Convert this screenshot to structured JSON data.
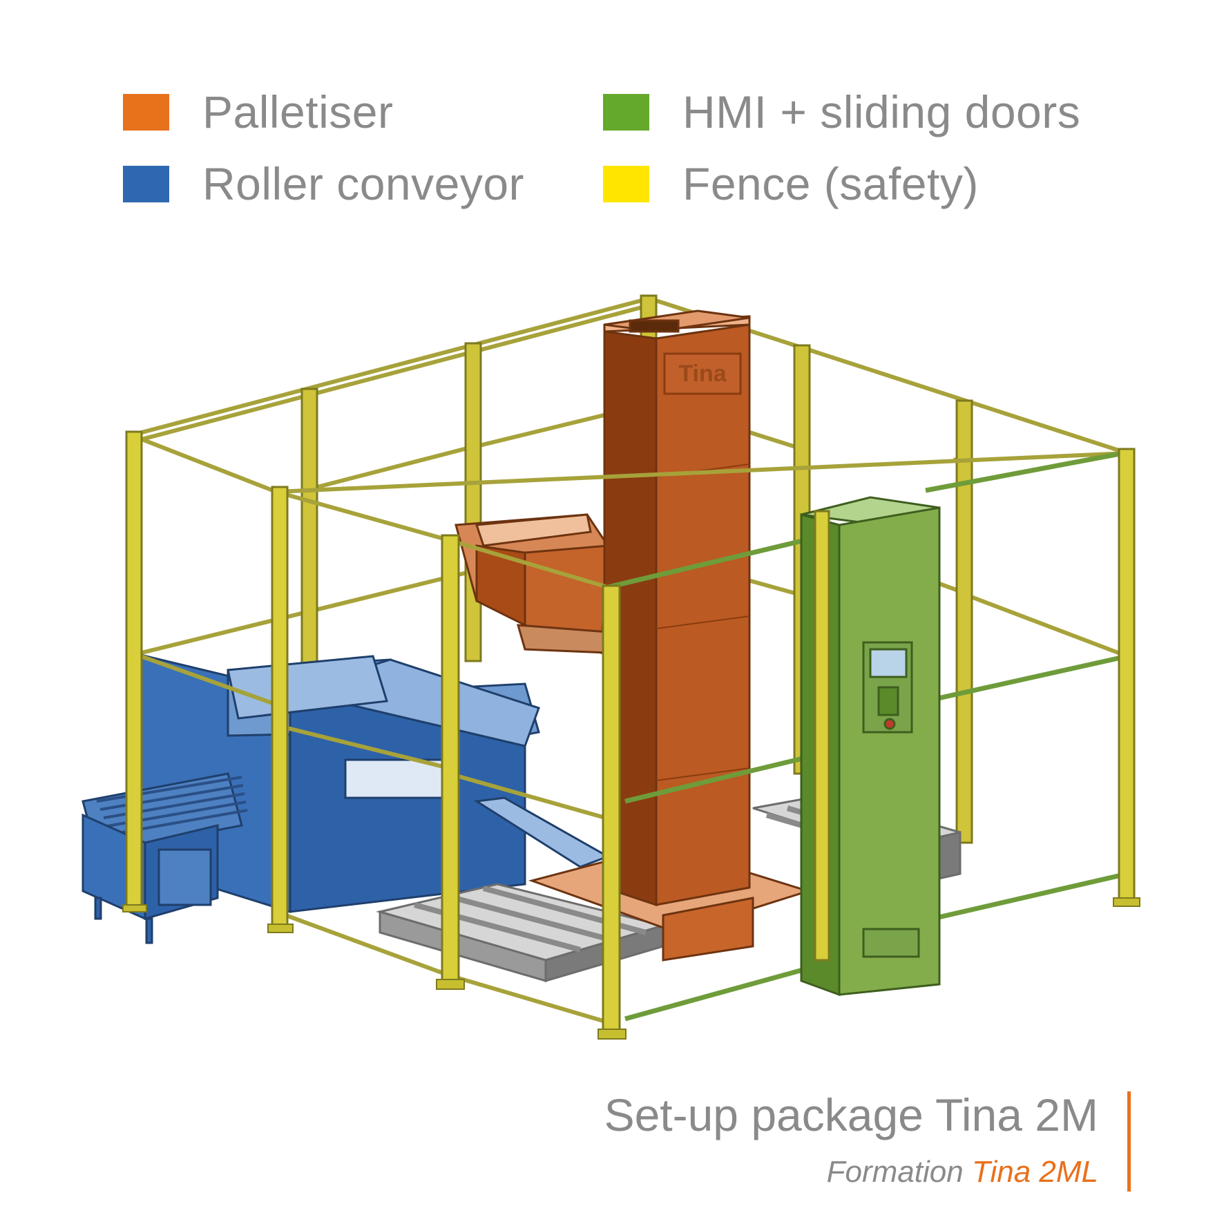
{
  "colors": {
    "palletiser": "#e8711c",
    "conveyor": "#2f68b0",
    "hmi": "#64a82c",
    "fence": "#ffe500",
    "text": "#8a8a8a",
    "accent": "#e8711c"
  },
  "legend": [
    {
      "label": "Palletiser",
      "color": "#e8711c"
    },
    {
      "label": "Roller conveyor",
      "color": "#2f68b0"
    },
    {
      "label": "HMI + sliding doors",
      "color": "#64a82c"
    },
    {
      "label": "Fence (safety)",
      "color": "#ffe500"
    }
  ],
  "logo_text": "Tina",
  "caption": {
    "title": "Set-up package Tina 2M",
    "subtitle_prefix": "Formation",
    "subtitle_accent": "Tina 2ML"
  }
}
